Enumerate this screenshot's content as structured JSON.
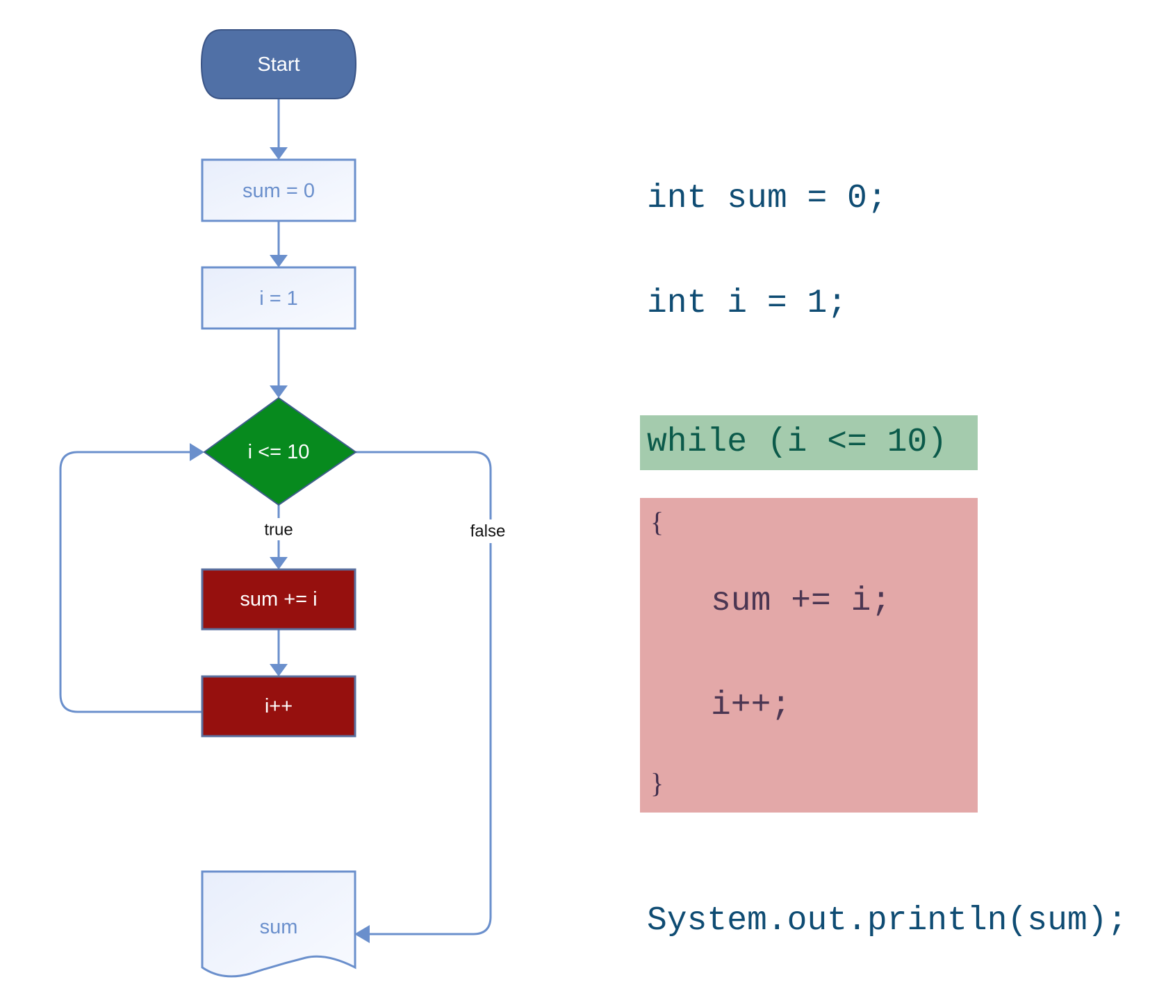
{
  "flowchart": {
    "nodes": {
      "start": {
        "label": "Start",
        "shape": "terminator",
        "fill": "#5070a6"
      },
      "init_sum": {
        "label": "sum = 0",
        "shape": "process",
        "fill": "#eef3fc"
      },
      "init_i": {
        "label": "i = 1",
        "shape": "process",
        "fill": "#eef3fc"
      },
      "condition": {
        "label": "i <= 10",
        "shape": "decision",
        "fill": "#078a1e"
      },
      "add": {
        "label": "sum += i",
        "shape": "process",
        "fill": "#96100e"
      },
      "increment": {
        "label": "i++",
        "shape": "process",
        "fill": "#96100e"
      },
      "output": {
        "label": "sum",
        "shape": "document",
        "fill": "#eef3fc"
      }
    },
    "edges": [
      {
        "from": "start",
        "to": "init_sum",
        "label": ""
      },
      {
        "from": "init_sum",
        "to": "init_i",
        "label": ""
      },
      {
        "from": "init_i",
        "to": "condition",
        "label": ""
      },
      {
        "from": "condition",
        "to": "add",
        "label": "true"
      },
      {
        "from": "add",
        "to": "increment",
        "label": ""
      },
      {
        "from": "increment",
        "to": "condition",
        "label": ""
      },
      {
        "from": "condition",
        "to": "output",
        "label": "false"
      }
    ],
    "edge_color": "#6a8fcc"
  },
  "code": {
    "line_init_sum": "int sum = 0;",
    "line_init_i": "int i = 1;",
    "line_while": "while (i <= 10)",
    "open_brace": "{",
    "line_add": "sum += i;",
    "line_increment": "i++;",
    "close_brace": "}",
    "line_print": "System.out.println(sum);",
    "highlight_condition_color": "#a4cbad",
    "highlight_body_color": "#e3a8a8"
  }
}
